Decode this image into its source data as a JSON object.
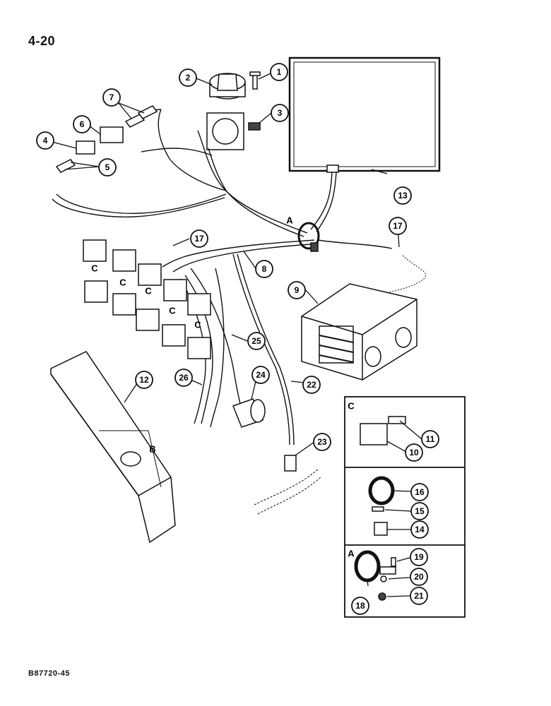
{
  "page_number": "4-20",
  "figure_code": "B87720-45",
  "callouts": [
    {
      "id": "c1",
      "label": "1"
    },
    {
      "id": "c2",
      "label": "2"
    },
    {
      "id": "c3",
      "label": "3"
    },
    {
      "id": "c4",
      "label": "4"
    },
    {
      "id": "c5",
      "label": "5"
    },
    {
      "id": "c6",
      "label": "6"
    },
    {
      "id": "c7",
      "label": "7"
    },
    {
      "id": "c8",
      "label": "8"
    },
    {
      "id": "c9",
      "label": "9"
    },
    {
      "id": "c10",
      "label": "10"
    },
    {
      "id": "c11",
      "label": "11"
    },
    {
      "id": "c12",
      "label": "12"
    },
    {
      "id": "c13",
      "label": "13"
    },
    {
      "id": "c14",
      "label": "14"
    },
    {
      "id": "c15",
      "label": "15"
    },
    {
      "id": "c16",
      "label": "16"
    },
    {
      "id": "c17a",
      "label": "17"
    },
    {
      "id": "c17b",
      "label": "17"
    },
    {
      "id": "c18",
      "label": "18"
    },
    {
      "id": "c19",
      "label": "19"
    },
    {
      "id": "c20",
      "label": "20"
    },
    {
      "id": "c21",
      "label": "21"
    },
    {
      "id": "c22",
      "label": "22"
    },
    {
      "id": "c23",
      "label": "23"
    },
    {
      "id": "c24",
      "label": "24"
    },
    {
      "id": "c25",
      "label": "25"
    },
    {
      "id": "c26",
      "label": "26"
    }
  ],
  "view_letters": {
    "A": "A",
    "B": "B",
    "C": "C"
  }
}
